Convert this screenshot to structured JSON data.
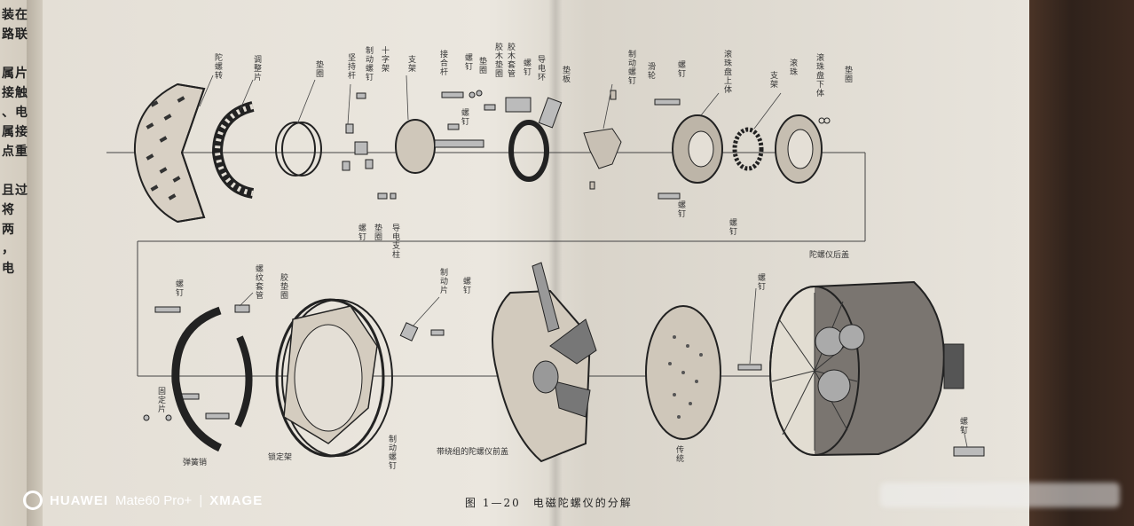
{
  "left_page": {
    "lines": [
      "装在",
      "路联",
      "",
      "属片",
      "接触",
      "、电",
      "属接",
      "点重",
      "",
      "且过",
      "将",
      "两",
      "，",
      "电"
    ]
  },
  "labels": {
    "top": [
      {
        "id": "t1",
        "text": "陀螺转"
      },
      {
        "id": "t2",
        "text": "调整片"
      },
      {
        "id": "t3",
        "text": "垫圈"
      },
      {
        "id": "t4",
        "text": "坚持杆"
      },
      {
        "id": "t5",
        "text": "制动螺钉"
      },
      {
        "id": "t6",
        "text": "十字架"
      },
      {
        "id": "t7",
        "text": "支架"
      },
      {
        "id": "t8",
        "text": "接合杆"
      },
      {
        "id": "t9",
        "text": "螺钉"
      },
      {
        "id": "t10",
        "text": "垫圈"
      },
      {
        "id": "t11",
        "text": "胶木垫圈"
      },
      {
        "id": "t12",
        "text": "胶木套管"
      },
      {
        "id": "t13",
        "text": "螺钉"
      },
      {
        "id": "t14",
        "text": "导电环"
      },
      {
        "id": "t15",
        "text": "垫板"
      },
      {
        "id": "t16",
        "text": "制动螺钉"
      },
      {
        "id": "t17",
        "text": "滑轮"
      },
      {
        "id": "t18",
        "text": "螺钉"
      },
      {
        "id": "t19",
        "text": "滚珠盘上体"
      },
      {
        "id": "t20",
        "text": "支架"
      },
      {
        "id": "t21",
        "text": "滚珠"
      },
      {
        "id": "t22",
        "text": "滚珠盘下体"
      },
      {
        "id": "t23",
        "text": "垫圈"
      }
    ],
    "middle": [
      {
        "id": "m1",
        "text": "螺钉"
      },
      {
        "id": "m2",
        "text": "螺钉"
      },
      {
        "id": "m3",
        "text": "螺钉"
      },
      {
        "id": "m4",
        "text": "螺钉"
      },
      {
        "id": "m5",
        "text": "垫圈"
      },
      {
        "id": "m6",
        "text": "导电支柱"
      }
    ],
    "bottom": [
      {
        "id": "b1",
        "text": "螺钉"
      },
      {
        "id": "b2",
        "text": "螺纹套管"
      },
      {
        "id": "b3",
        "text": "胶垫圈"
      },
      {
        "id": "b4",
        "text": "制动片"
      },
      {
        "id": "b5",
        "text": "螺钉"
      },
      {
        "id": "b6",
        "text": "螺钉"
      },
      {
        "id": "b7",
        "text": "陀螺仪后盖"
      },
      {
        "id": "b8",
        "text": "固定片"
      },
      {
        "id": "b9",
        "text": "弹簧销"
      },
      {
        "id": "b10",
        "text": "锁定架"
      },
      {
        "id": "b11",
        "text": "制动螺钉"
      },
      {
        "id": "b12",
        "text": "带绕组的陀螺仪前盖"
      },
      {
        "id": "b13",
        "text": "传统"
      },
      {
        "id": "b14",
        "text": "螺钉"
      }
    ]
  },
  "caption": "图 1—20　电磁陀螺仪的分解",
  "watermark": {
    "brand": "HUAWEI",
    "model": "Mate60 Pro+",
    "separator": "|",
    "tag": "XMAGE"
  }
}
